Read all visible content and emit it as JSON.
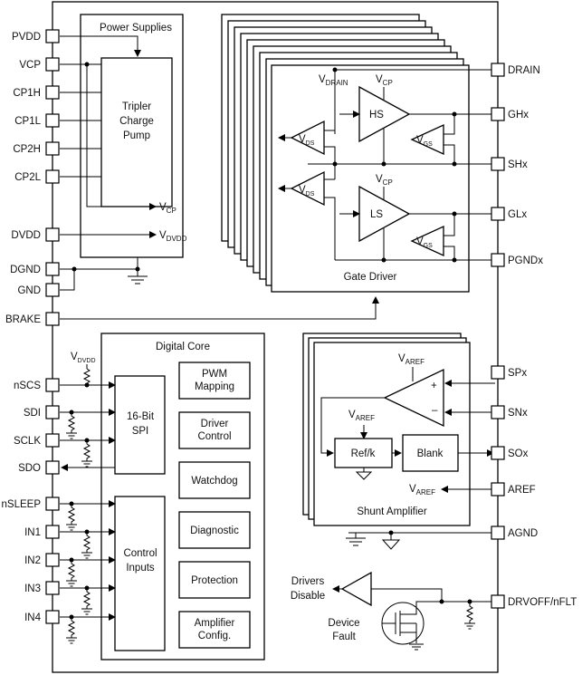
{
  "blocks": {
    "power_supplies": "Power Supplies",
    "charge_pump": [
      "Tripler",
      "Charge",
      "Pump"
    ],
    "vcp_out": "VCP",
    "vdvdd_out": "VDVDD",
    "gate_driver": "Gate Driver",
    "vdrain": "VDRAIN",
    "vcp": "VCP",
    "hs": "HS",
    "ls": "LS",
    "vds": "VDS",
    "vgs": "VGS",
    "digital_core": "Digital Core",
    "spi": [
      "16-Bit",
      "SPI"
    ],
    "control_inputs": [
      "Control",
      "Inputs"
    ],
    "core_funcs": [
      [
        "PWM",
        "Mapping"
      ],
      [
        "Driver",
        "Control"
      ],
      [
        "Watchdog"
      ],
      [
        "Diagnostic"
      ],
      [
        "Protection"
      ],
      [
        "Amplifier",
        "Config."
      ]
    ],
    "vdvdd_small": "VDVDD",
    "shunt_amplifier": "Shunt Amplifier",
    "varef": "VAREF",
    "refk": "Ref/k",
    "blank": "Blank",
    "drivers_disable": [
      "Drivers",
      "Disable"
    ],
    "device_fault": [
      "Device",
      "Fault"
    ]
  },
  "pins_left": [
    "PVDD",
    "VCP",
    "CP1H",
    "CP1L",
    "CP2H",
    "CP2L",
    "DVDD",
    "DGND",
    "GND",
    "BRAKE",
    "nSCS",
    "SDI",
    "SCLK",
    "SDO",
    "nSLEEP",
    "IN1",
    "IN2",
    "IN3",
    "IN4"
  ],
  "pins_right": [
    "DRAIN",
    "GHx",
    "SHx",
    "GLx",
    "PGNDx",
    "SPx",
    "SNx",
    "SOx",
    "AREF",
    "AGND",
    "DRVOFF/nFLT"
  ],
  "sub_x": "x"
}
